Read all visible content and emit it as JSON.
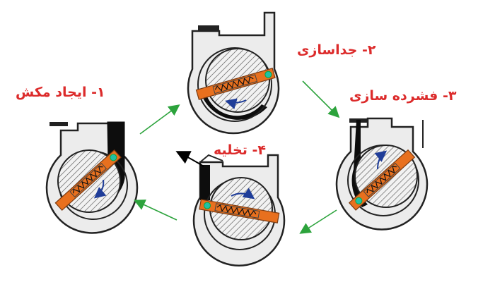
{
  "stages": [
    {
      "label": "۱- ایجاد مکش"
    },
    {
      "label": "۲- جداسازی"
    },
    {
      "label": "۳- فشرده سازی"
    },
    {
      "label": "۴- تخلیه"
    }
  ],
  "colors": {
    "vane": "#e8701e",
    "pivot": "#21c0a6",
    "flow_arrow": "#2ca33c",
    "rotation_arrow": "#1f3d99",
    "label": "#dc2b2b"
  }
}
